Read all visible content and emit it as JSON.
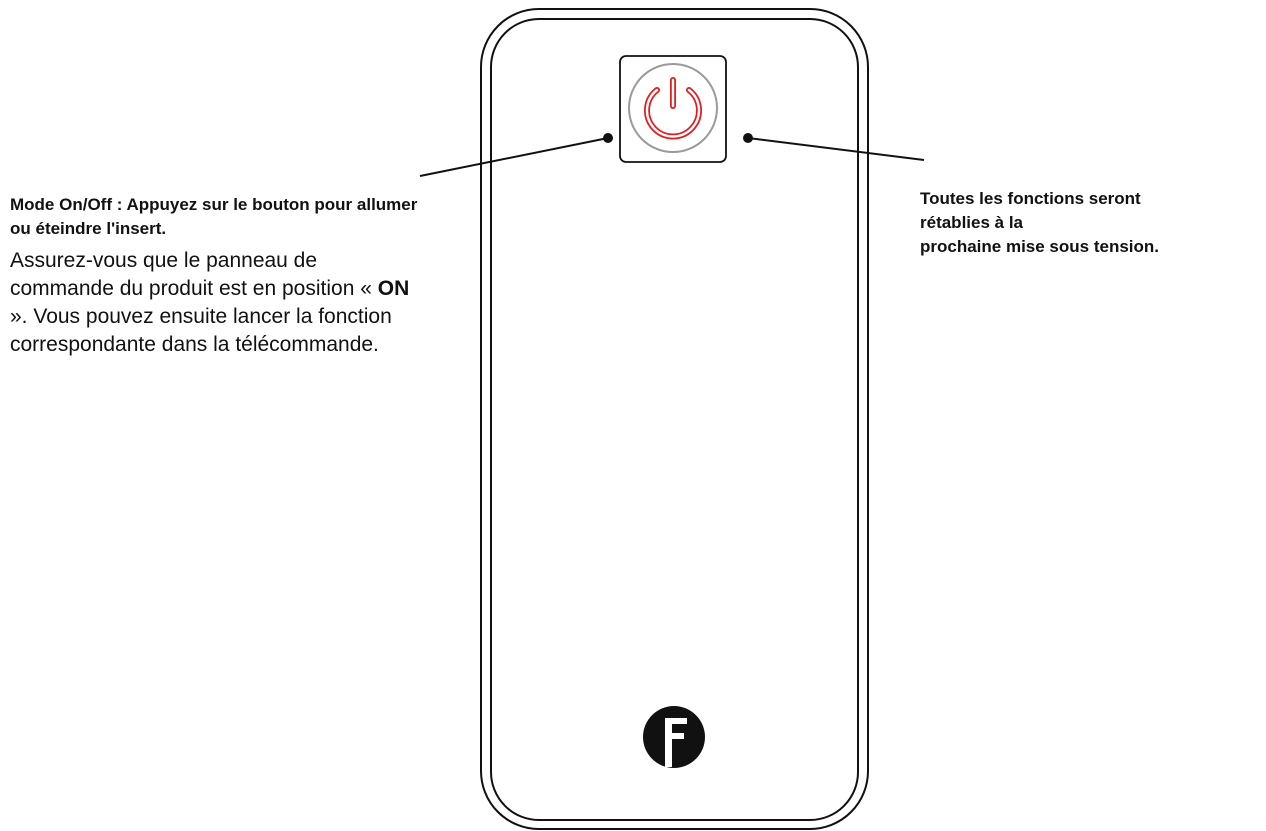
{
  "left_callout": {
    "title": "Mode On/Off : Appuyez sur le bouton pour allumer ou éteindre l'insert.",
    "body_before": "Assurez-vous que le panneau de commande du produit est en position « ",
    "body_bold": "ON",
    "body_after": " ». Vous pouvez ensuite lancer la fonction correspondante dans la télécommande."
  },
  "right_callout": {
    "line1": "Toutes les fonctions seront",
    "line2": "rétablies à la",
    "line3": "prochaine mise sous tension."
  },
  "remote": {
    "power_button_icon": "power-icon",
    "logo_icon": "f-logo-icon",
    "logo_letter": "F",
    "power_icon_color": "#e02020",
    "outline_color": "#111111"
  }
}
